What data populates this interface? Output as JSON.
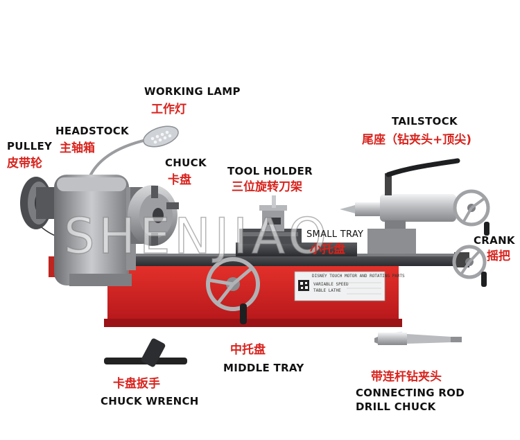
{
  "labels": {
    "working_lamp": {
      "en": "WORKING LAMP",
      "cn": "工作灯"
    },
    "headstock": {
      "en": "HEADSTOCK",
      "cn": "主轴箱"
    },
    "pulley": {
      "en": "PULLEY",
      "cn": "皮带轮"
    },
    "chuck": {
      "en": "CHUCK",
      "cn": "卡盘"
    },
    "tool_holder": {
      "en": "TOOL HOLDER",
      "cn": "三位旋转刀架"
    },
    "small_tray": {
      "en": "SMALL TRAY",
      "cn": "小托盘"
    },
    "tailstock": {
      "en": "TAILSTOCK",
      "cn": "尾座（钻夹头+顶尖)"
    },
    "crank": {
      "en": "CRANK",
      "cn": "摇把"
    },
    "middle_tray": {
      "en": "MIDDLE TRAY",
      "cn": "中托盘"
    },
    "chuck_wrench": {
      "en": "CHUCK WRENCH",
      "cn": "卡盘扳手"
    },
    "connecting_rod_drill_chuck": {
      "en_line1": "CONNECTING ROD",
      "en_line2": "DRILL CHUCK",
      "cn": "带连杆钻夹头"
    }
  },
  "watermark": "SHENJIAO",
  "nameplate": {
    "line1": "DISNEY TOUCH MOTOR AND ROTATING PARTS",
    "line2": "VARIABLE SPEED",
    "line3": "TABLE   LATHE"
  },
  "colors": {
    "label_en": "#111111",
    "label_cn": "#d8231d",
    "base_red": "#d9201e",
    "metal_gray": "#a9abae"
  }
}
